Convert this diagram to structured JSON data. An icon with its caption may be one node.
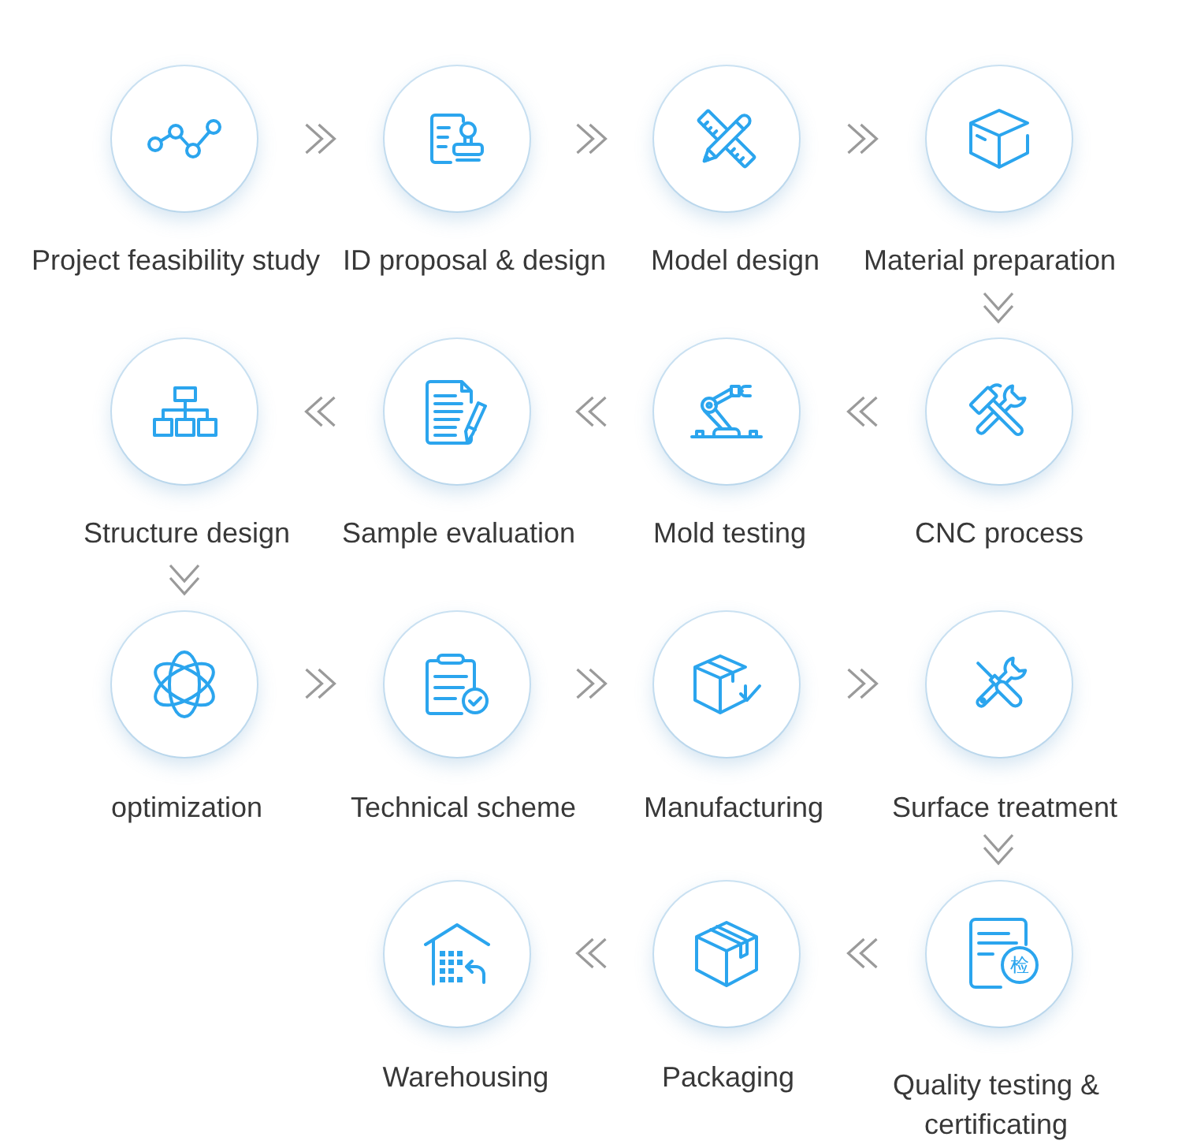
{
  "diagram": {
    "nodes": [
      {
        "text": [
          "Project feasibility study"
        ]
      },
      {
        "text": [
          "ID proposal & design"
        ]
      },
      {
        "text": [
          "Model design"
        ]
      },
      {
        "text": [
          "Material preparation"
        ]
      },
      {
        "text": [
          "CNC process"
        ]
      },
      {
        "text": [
          "Mold testing"
        ]
      },
      {
        "text": [
          "Sample evaluation"
        ]
      },
      {
        "text": [
          "Structure design"
        ]
      },
      {
        "text": [
          "optimization"
        ]
      },
      {
        "text": [
          "Technical scheme"
        ]
      },
      {
        "text": [
          "Manufacturing"
        ]
      },
      {
        "text": [
          "Surface treatment"
        ]
      },
      {
        "text": [
          "Quality testing & certificating"
        ]
      },
      {
        "text": [
          "Packaging"
        ]
      },
      {
        "text": [
          "Warehousing"
        ]
      }
    ],
    "edges": [
      {
        "from": 0,
        "to": 1,
        "arrow": "to"
      },
      {
        "from": 1,
        "to": 2,
        "arrow": "to"
      },
      {
        "from": 2,
        "to": 3,
        "arrow": "to"
      },
      {
        "from": 3,
        "to": 4,
        "arrow": "to"
      },
      {
        "from": 4,
        "to": 5,
        "arrow": "to"
      },
      {
        "from": 5,
        "to": 6,
        "arrow": "to"
      },
      {
        "from": 6,
        "to": 7,
        "arrow": "to"
      },
      {
        "from": 7,
        "to": 8,
        "arrow": "to"
      },
      {
        "from": 8,
        "to": 9,
        "arrow": "to"
      },
      {
        "from": 9,
        "to": 10,
        "arrow": "to"
      },
      {
        "from": 10,
        "to": 11,
        "arrow": "to"
      },
      {
        "from": 11,
        "to": 12,
        "arrow": "to"
      },
      {
        "from": 12,
        "to": 13,
        "arrow": "to"
      },
      {
        "from": 13,
        "to": 14,
        "arrow": "to"
      }
    ],
    "labels": [
      "检"
    ]
  }
}
